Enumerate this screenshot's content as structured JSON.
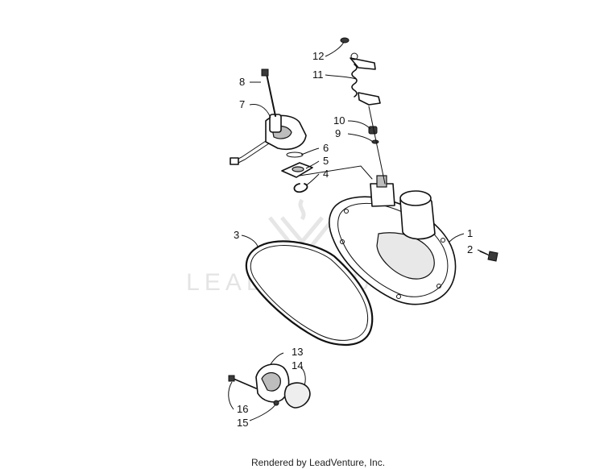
{
  "watermark": {
    "brand": "LEADVENTURE"
  },
  "footer": {
    "credit": "Rendered by LeadVenture, Inc."
  },
  "callouts": [
    "1",
    "2",
    "3",
    "4",
    "5",
    "6",
    "7",
    "8",
    "9",
    "10",
    "11",
    "12",
    "13",
    "14",
    "15",
    "16"
  ]
}
